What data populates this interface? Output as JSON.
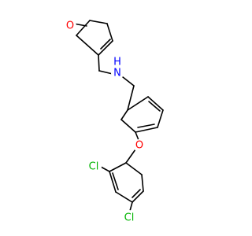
{
  "molecule": {
    "atoms": [
      {
        "label": "O",
        "color": "#ff0000"
      },
      {
        "label": "N",
        "color": "#0000ff"
      },
      {
        "label": "H",
        "color": "#0000ff"
      },
      {
        "label": "O",
        "color": "#ff0000"
      },
      {
        "label": "Cl",
        "color": "#00b400"
      },
      {
        "label": "Cl",
        "color": "#00b400"
      }
    ],
    "bond_color": "#000000"
  }
}
